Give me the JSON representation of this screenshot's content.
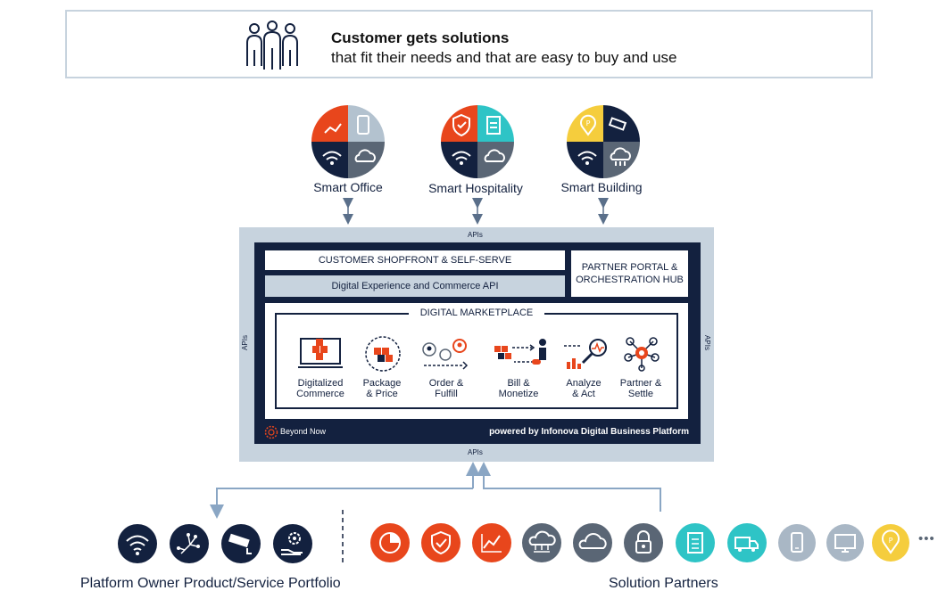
{
  "banner": {
    "title": "Customer gets solutions",
    "subtitle": "that fit their needs and that are easy to buy and use",
    "icon": "people-group-icon"
  },
  "solutions": [
    {
      "label": "Smart Office",
      "quadrants": [
        "#e8461c",
        "#b3c2cf",
        "#13213f",
        "#5a6675"
      ]
    },
    {
      "label": "Smart Hospitality",
      "quadrants": [
        "#e8461c",
        "#2ec4c6",
        "#13213f",
        "#5a6675"
      ]
    },
    {
      "label": "Smart Building",
      "quadrants": [
        "#f5cd3d",
        "#13213f",
        "#13213f",
        "#5a6675"
      ]
    }
  ],
  "platform": {
    "apis_label": "APIs",
    "shopfront": "CUSTOMER SHOPFRONT & SELF-SERVE",
    "dx_api": "Digital Experience and Commerce API",
    "partner_portal_line1": "PARTNER PORTAL &",
    "partner_portal_line2": "ORCHESTRATION HUB",
    "marketplace_title": "DIGITAL MARKETPLACE",
    "brand": "Beyond Now",
    "powered_by": "powered by Infonova Digital Business Platform"
  },
  "features": [
    {
      "line1": "Digitalized",
      "line2": "Commerce"
    },
    {
      "line1": "Package",
      "line2": "& Price"
    },
    {
      "line1": "Order &",
      "line2": "Fulfill"
    },
    {
      "line1": "Bill &",
      "line2": "Monetize"
    },
    {
      "line1": "Analyze",
      "line2": "& Act"
    },
    {
      "line1": "Partner &",
      "line2": "Settle"
    }
  ],
  "bottom": {
    "owner_label": "Platform Owner Product/Service Portfolio",
    "partners_label": "Solution Partners",
    "more_indicator": "•••"
  },
  "colors": {
    "navy": "#13213f",
    "light_blue": "#c7d3de",
    "orange": "#e8461c",
    "teal": "#2ec4c6",
    "yellow": "#f5cd3d",
    "gray": "#5a6675",
    "light_gray": "#a9b7c5"
  },
  "owner_icons": [
    {
      "icon": "wifi-icon",
      "color": "#13213f"
    },
    {
      "icon": "circuit-icon",
      "color": "#13213f"
    },
    {
      "icon": "security-camera-icon",
      "color": "#13213f"
    },
    {
      "icon": "gear-hand-icon",
      "color": "#13213f"
    }
  ],
  "partner_icons": [
    {
      "icon": "pie-chart-icon",
      "color": "#e8461c"
    },
    {
      "icon": "shield-check-icon",
      "color": "#e8461c"
    },
    {
      "icon": "line-chart-icon",
      "color": "#e8461c"
    },
    {
      "icon": "cloud-network-icon",
      "color": "#5a6675"
    },
    {
      "icon": "cloud-icon",
      "color": "#5a6675"
    },
    {
      "icon": "lock-icon",
      "color": "#5a6675"
    },
    {
      "icon": "clipboard-icon",
      "color": "#2ec4c6"
    },
    {
      "icon": "truck-icon",
      "color": "#2ec4c6"
    },
    {
      "icon": "smartphone-icon",
      "color": "#a9b7c5"
    },
    {
      "icon": "monitor-icon",
      "color": "#a9b7c5"
    },
    {
      "icon": "location-pin-icon",
      "color": "#f5cd3d"
    }
  ]
}
